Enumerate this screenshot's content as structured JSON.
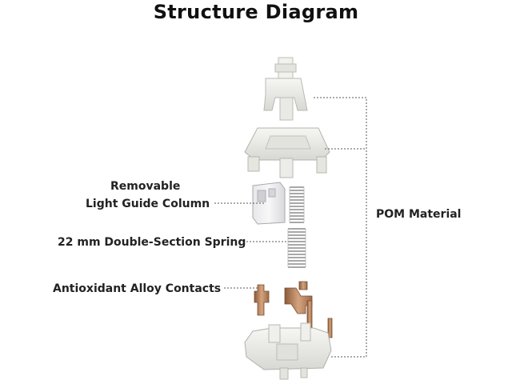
{
  "title": "Structure Diagram",
  "labels": {
    "light_guide_line1": "Removable",
    "light_guide_line2": "Light Guide Column",
    "spring": "22 mm Double-Section Spring",
    "contacts": "Antioxidant Alloy Contacts",
    "pom": "POM Material"
  },
  "colors": {
    "housing": "#ededea",
    "housing_shadow": "#c9c9c4",
    "copper": "#b07a55",
    "spring": "#9a9a9a",
    "leader_line": "#555555"
  }
}
